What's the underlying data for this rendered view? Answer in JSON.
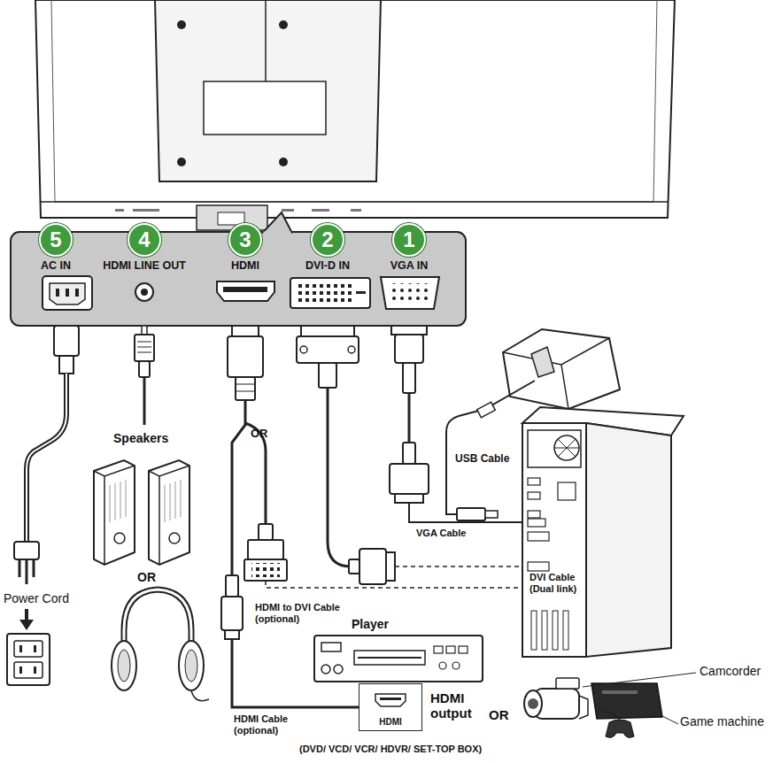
{
  "diagram": {
    "nodes": [
      {
        "text": [
          "5",
          "AC IN"
        ]
      },
      {
        "text": [
          "4",
          "HDMI LINE OUT"
        ]
      },
      {
        "text": [
          "3",
          "HDMI"
        ]
      },
      {
        "text": [
          "2",
          "DVI-D IN"
        ]
      },
      {
        "text": [
          "1",
          "VGA IN"
        ]
      },
      {
        "text": [
          "HDMI"
        ]
      }
    ],
    "edges": [
      {
        "from": 2,
        "to": 5,
        "arrow": "none",
        "label": "HDMI Cable (optional)"
      }
    ],
    "labels": [
      "OR",
      "USB Cable",
      "Speakers",
      "VGA Cable",
      "OR",
      "DVI Cable (Dual link)",
      "Power Cord",
      "HDMI to DVI Cable (optional)",
      "Player",
      "HDMI output",
      "OR",
      "Camcorder",
      "Game machine",
      "(DVD/ VCD/ VCR/ HDVR/ SET-TOP BOX)"
    ]
  }
}
